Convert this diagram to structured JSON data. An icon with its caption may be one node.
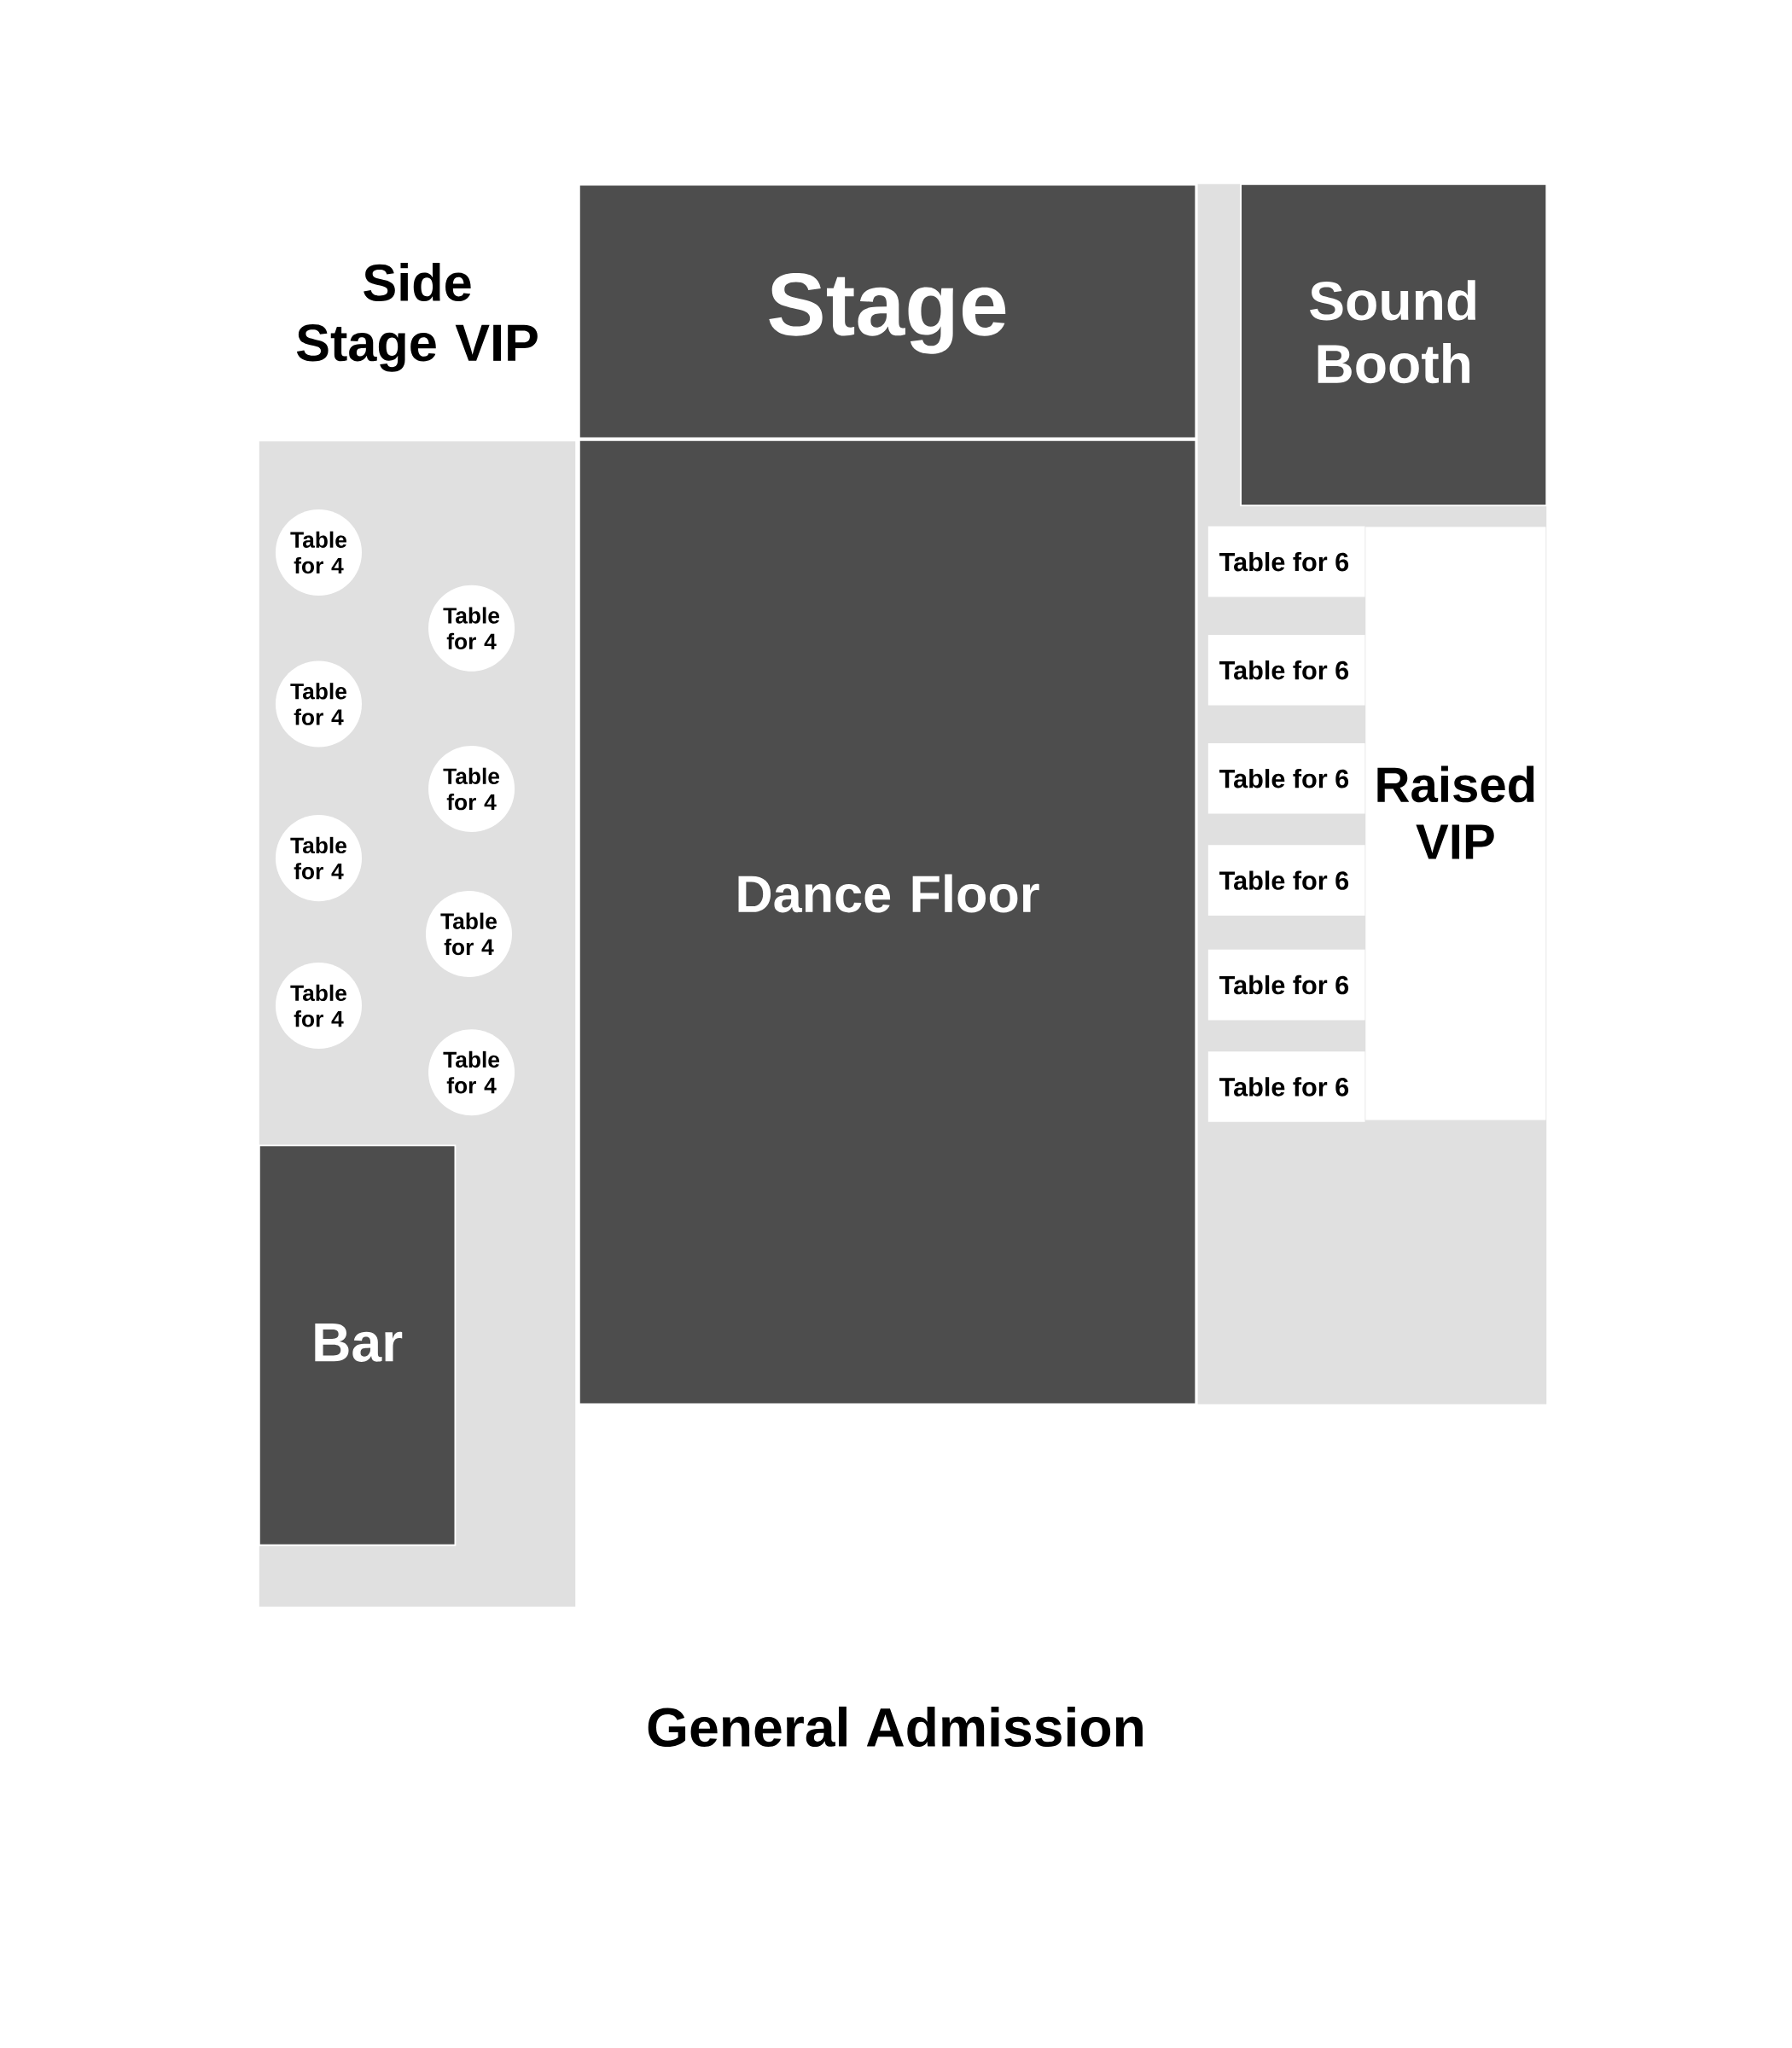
{
  "diagram": {
    "nodes": [
      {
        "text": [
          "Stage"
        ]
      },
      {
        "text": [
          "Sound Booth"
        ]
      },
      {
        "text": [
          "Side Stage VIP"
        ]
      },
      {
        "text": [
          "Table for 4"
        ],
        "in": 2
      },
      {
        "text": [
          "Table for 4"
        ],
        "in": 2
      },
      {
        "text": [
          "Table for 4"
        ],
        "in": 2
      },
      {
        "text": [
          "Table for 4"
        ],
        "in": 2
      },
      {
        "text": [
          "Table for 4"
        ],
        "in": 2
      },
      {
        "text": [
          "Table for 4"
        ],
        "in": 2
      },
      {
        "text": [
          "Table for 4"
        ],
        "in": 2
      },
      {
        "text": [
          "Table for 4"
        ],
        "in": 2
      },
      {
        "text": [
          "Bar"
        ],
        "in": 2
      },
      {
        "text": [
          "Dance Floor"
        ]
      },
      {
        "text": [
          "Table for 6"
        ]
      },
      {
        "text": [
          "Table for 6"
        ]
      },
      {
        "text": [
          "Table for 6"
        ]
      },
      {
        "text": [
          "Raised VIP"
        ]
      },
      {
        "text": [
          "Table for 6"
        ]
      },
      {
        "text": [
          "Table for 6"
        ]
      },
      {
        "text": [
          "Table for 6"
        ]
      }
    ],
    "labels": [
      "General Admission"
    ]
  }
}
